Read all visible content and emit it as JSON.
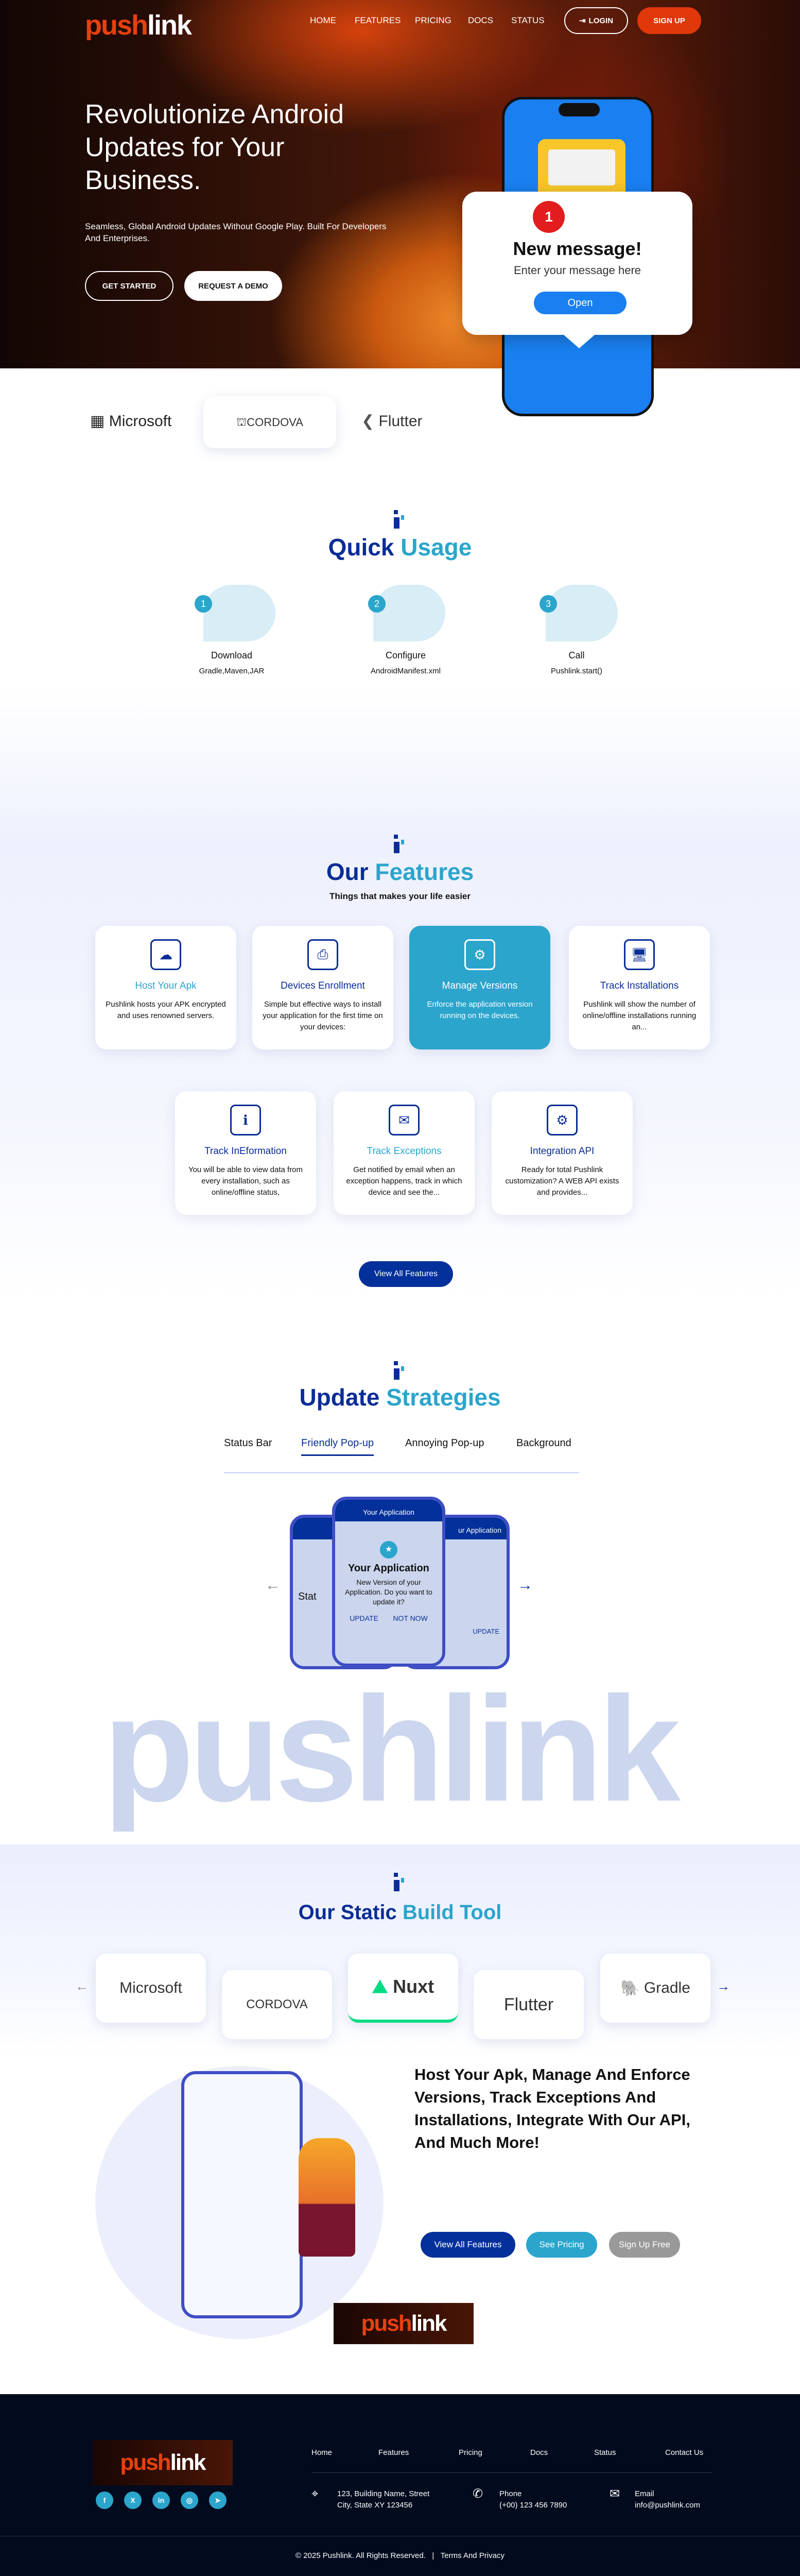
{
  "brand": {
    "logo_a": "push",
    "logo_b": "link",
    "accent": "#e8400f",
    "navy": "#0a2d96",
    "teal": "#2ba5cc"
  },
  "nav": {
    "items": [
      "HOME",
      "FEATURES",
      "PRICING",
      "DOCS",
      "STATUS"
    ],
    "login": "LOGIN",
    "signup": "SIGN UP"
  },
  "hero": {
    "headline": "Revolutionize Android Updates for Your Business.",
    "subtitle": "Seamless, Global Android Updates Without Google Play. Built For Developers And Enterprises.",
    "get_started": "GET STARTED",
    "request_demo": "REQUEST A DEMO",
    "notification": {
      "badge": "1",
      "title": "New message!",
      "body": "Enter your message here",
      "button": "Open"
    }
  },
  "partners": [
    "Microsoft",
    "CORDOVA",
    "Flutter"
  ],
  "quick_usage": {
    "title_a": "Quick",
    "title_b": "Usage",
    "steps": [
      {
        "num": "1",
        "title": "Download",
        "detail": "Gradle,Maven,JAR",
        "icon": "phone-download-icon"
      },
      {
        "num": "2",
        "title": "Configure",
        "detail": "AndroidManifest.xml",
        "icon": "settings-monitor-icon"
      },
      {
        "num": "3",
        "title": "Call",
        "detail": "Pushlink.start()",
        "icon": "phone-call-icon"
      }
    ]
  },
  "features": {
    "title_a": "Our",
    "title_b": "Features",
    "subtitle": "Things that makes your life easier",
    "cards": [
      {
        "title": "Host Your Apk",
        "text": "Pushlink hosts your APK encrypted and uses renowned servers.",
        "icon": "cloud-server-icon"
      },
      {
        "title": "Devices Enrollment",
        "text": "Simple but effective ways to install your application for the first time on your devices:",
        "icon": "enroll-icon"
      },
      {
        "title": "Manage Versions",
        "text": "Enforce the application version running on the devices.",
        "icon": "code-gear-icon"
      },
      {
        "title": "Track Installations",
        "text": "Pushlink will show the number of online/offline installations running an...",
        "icon": "laptop-shield-icon"
      },
      {
        "title": "Track InEformation",
        "text": "You will be able to view data from every installation, such as online/offline status,",
        "icon": "info-doc-icon"
      },
      {
        "title": "Track Exceptions",
        "text": "Get notified by email when an exception happens, track in which device and see the...",
        "icon": "alert-mail-icon"
      },
      {
        "title": "Integration API",
        "text": "Ready for total Pushlink customization? A WEB API exists and provides...",
        "icon": "api-gear-icon"
      }
    ],
    "button": "View All Features"
  },
  "strategies": {
    "title_a": "Update",
    "title_b": "Strategies",
    "tabs": [
      "Status Bar",
      "Friendly Pop-up",
      "Annoying Pop-up",
      "Background"
    ],
    "active_tab": "Friendly Pop-up",
    "mock": {
      "header": "Your Application",
      "title": "Your Application",
      "text": "New Version of your Application. Do you want to update it?",
      "update": "UPDATE",
      "not_now": "NOT NOW",
      "left_title": "Stat",
      "right_header": "ur Application"
    },
    "watermark": "pushlink"
  },
  "build_tools": {
    "title_a": "Our Static",
    "title_b": "Build Tool",
    "items": [
      "Microsoft",
      "CORDOVA",
      "Nuxt",
      "Flutter",
      "Gradle"
    ],
    "active": "Nuxt"
  },
  "promo": {
    "headline": "Host Your Apk, Manage And Enforce Versions, Track Exceptions And Installations, Integrate With Our API, And Much More!",
    "buttons": [
      "View All Features",
      "See Pricing",
      "Sign Up Free"
    ]
  },
  "footer": {
    "links": [
      "Home",
      "Features",
      "Pricing",
      "Docs",
      "Status",
      "Contact Us"
    ],
    "address": [
      "123, Building Name, Street",
      "City, State XY 123456"
    ],
    "phone_label": "Phone",
    "phone": "(+00) 123 456 7890",
    "email_label": "Email",
    "email": "info@pushlink.com",
    "social": [
      "facebook",
      "x",
      "linkedin",
      "instagram",
      "telegram"
    ],
    "copyright": "© 2025 Pushlink. All Rights Reserved.",
    "terms": "Terms And Privacy"
  }
}
